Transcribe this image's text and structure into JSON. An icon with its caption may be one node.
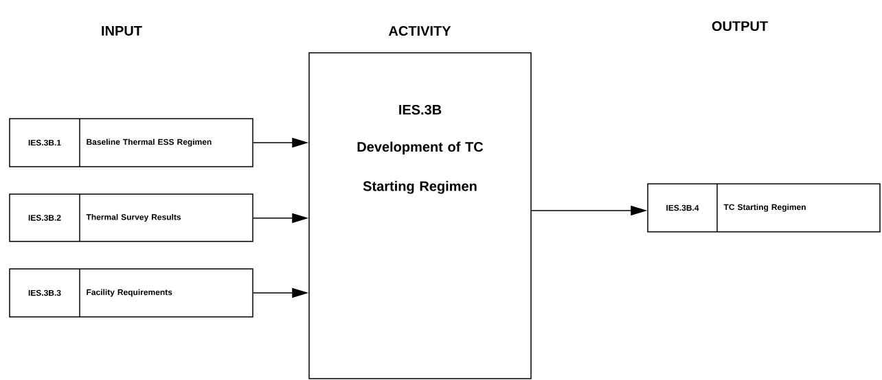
{
  "diagram": {
    "nodes": [
      {
        "text": [
          "IES.3B.1",
          "Baseline Thermal ESS Regimen"
        ]
      },
      {
        "text": [
          "IES.3B.2",
          "Thermal Survey  Results"
        ]
      },
      {
        "text": [
          "IES.3B.3",
          "Facility Requirements"
        ]
      },
      {
        "text": [
          "IES.3B",
          "Development of TC Starting Regimen"
        ]
      },
      {
        "text": [
          "IES.3B.4",
          "TC Starting Regimen"
        ]
      }
    ],
    "edges": [
      {
        "from": 0,
        "to": 3,
        "arrow": "to"
      },
      {
        "from": 1,
        "to": 3,
        "arrow": "to"
      },
      {
        "from": 2,
        "to": 3,
        "arrow": "to"
      },
      {
        "from": 3,
        "to": 4,
        "arrow": "to"
      }
    ],
    "labels": [
      "INPUT",
      "ACTIVITY",
      "OUTPUT"
    ]
  }
}
